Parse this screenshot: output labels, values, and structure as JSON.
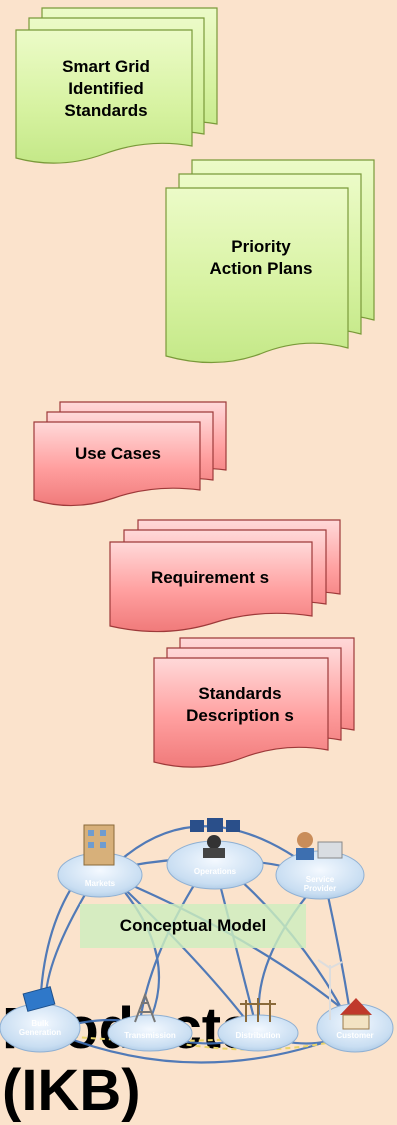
{
  "documents": {
    "smart_grid_standards": "Smart Grid Identified Standards",
    "priority_action_plans": "Priority Action Plans",
    "use_cases": "Use Cases",
    "requirements": "Requirement s",
    "standards_descriptions": "Standards Description s"
  },
  "conceptual_model": {
    "label": "Conceptual Model",
    "nodes": {
      "markets": "Markets",
      "operations": "Operations",
      "service_provider": "Service Provider",
      "bulk_generation": "Bulk Generation",
      "transmission": "Transmission",
      "distribution": "Distribution",
      "customer": "Customer"
    }
  },
  "footer": {
    "line1": "Products",
    "line2": "(IKB)"
  },
  "colors": {
    "background": "#fbe3cc",
    "green_doc": "#dcf5a6",
    "pink_doc": "#ff9a9a",
    "cloud": "#bcd6ee",
    "label_bg": "#cdeebe"
  }
}
